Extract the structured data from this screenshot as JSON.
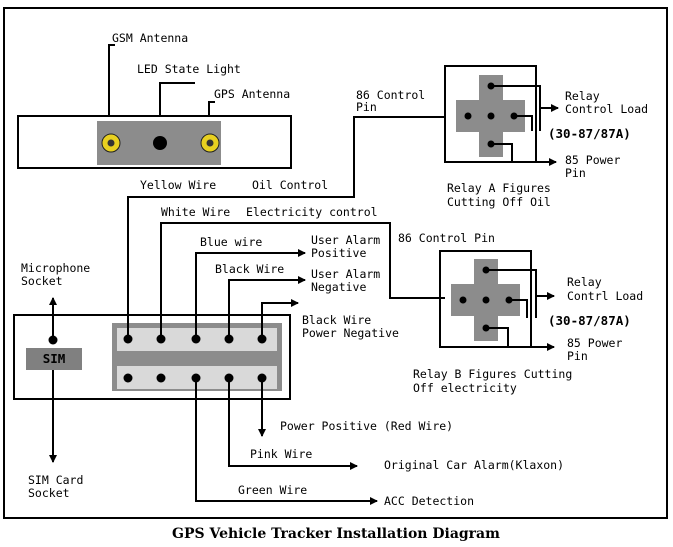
{
  "labels": {
    "gsm_antenna": "GSM Antenna",
    "led_state_light": "LED State Light",
    "gps_antenna": "GPS Antenna",
    "yellow_wire": "Yellow Wire",
    "oil_control": "Oil Control",
    "white_wire": "White Wire",
    "electricity_control": "Electricity control",
    "blue_wire": "Blue wire",
    "user_alarm_positive_1": "User Alarm",
    "user_alarm_positive_2": "Positive",
    "black_wire_1": "Black Wire",
    "user_alarm_negative_1": "User Alarm",
    "user_alarm_negative_2": "Negative",
    "black_wire_2": "Black Wire",
    "power_negative": "Power Negative",
    "microphone_socket_1": "Microphone",
    "microphone_socket_2": "Socket",
    "sim": "SIM",
    "sim_card_socket_1": "SIM Card",
    "sim_card_socket_2": "Socket",
    "power_positive": "Power Positive (Red Wire)",
    "pink_wire": "Pink Wire",
    "original_car_alarm": "Original Car Alarm(Klaxon)",
    "green_wire": "Green Wire",
    "acc_detection": "ACC Detection",
    "control_pin_86_a_1": "86 Control",
    "control_pin_86_a_2": "Pin",
    "relay_a_load_1": "Relay",
    "relay_a_load_2": "Control Load",
    "relay_a_code": "(30-87/87A)",
    "relay_a_85_1": "85 Power",
    "relay_a_85_2": "Pin",
    "relay_a_caption_1": "Relay A Figures",
    "relay_a_caption_2": "Cutting Off Oil",
    "control_pin_86_b": "86 Control Pin",
    "relay_b_load_1": "Relay",
    "relay_b_load_2": "Contrl Load",
    "relay_b_code": "(30-87/87A)",
    "relay_b_85_1": "85 Power",
    "relay_b_85_2": "Pin",
    "relay_b_caption_1": "Relay B Figures Cutting",
    "relay_b_caption_2": "Off electricity",
    "title": "GPS Vehicle Tracker Installation Diagram"
  },
  "colors": {
    "line": "#000000",
    "gray_block": "#8c8c8c",
    "connector_bg": "#d9d9d9",
    "led_yellow": "#e8d020",
    "sim_bg": "#808080"
  }
}
